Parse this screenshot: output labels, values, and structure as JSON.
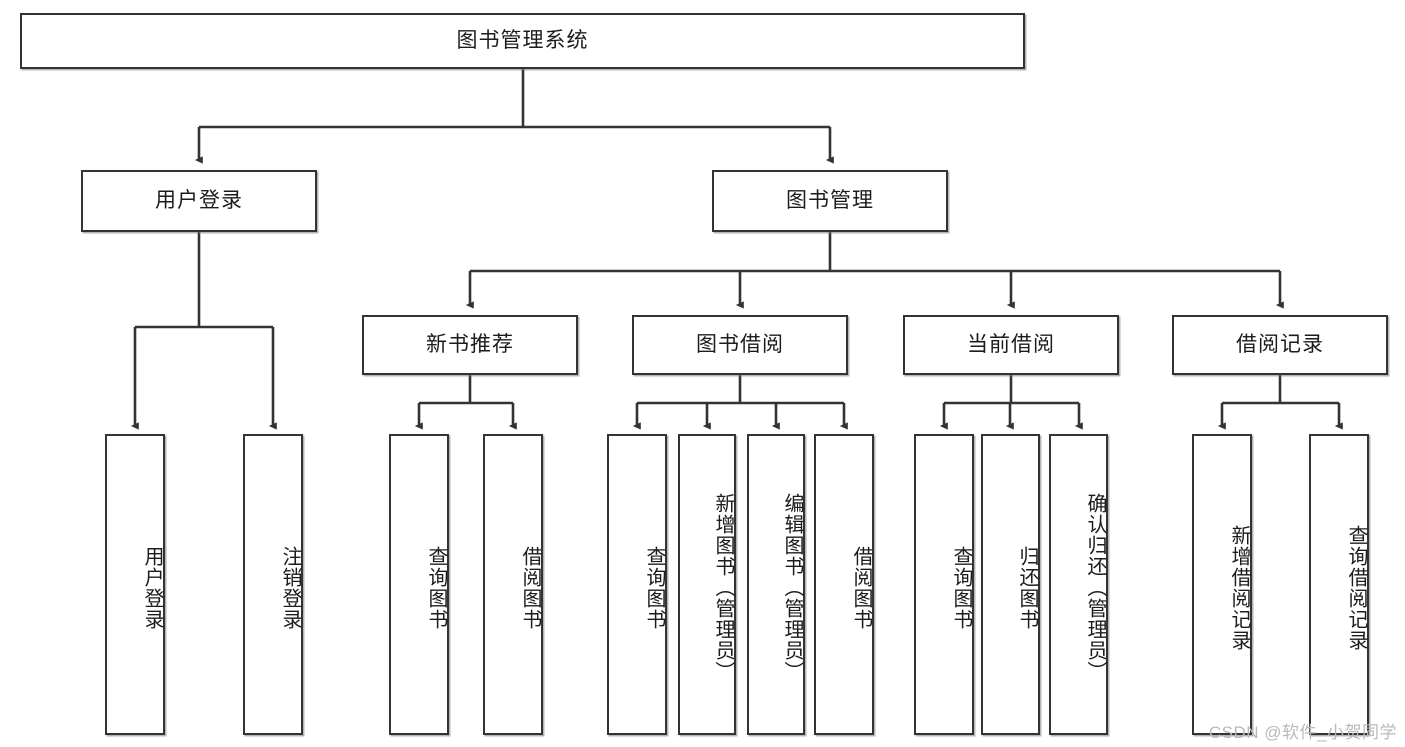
{
  "diagram": {
    "type": "tree-hierarchy",
    "title": "图书管理系统",
    "orientation": "top-down",
    "colors": {
      "box_border": "#333333",
      "box_fill": "#ffffff",
      "connector": "#333333",
      "text": "#1c1c1c",
      "watermark": "#b9b9b9"
    },
    "root": {
      "label": "图书管理系统"
    },
    "level2": [
      {
        "label": "用户登录"
      },
      {
        "label": "图书管理"
      }
    ],
    "level3": [
      {
        "label": "新书推荐"
      },
      {
        "label": "图书借阅"
      },
      {
        "label": "当前借阅"
      },
      {
        "label": "借阅记录"
      }
    ],
    "leaves": {
      "user_login": [
        {
          "label": "用户登录"
        },
        {
          "label": "注销登录"
        }
      ],
      "new_book_recommend": [
        {
          "label": "查询图书"
        },
        {
          "label": "借阅图书"
        }
      ],
      "book_borrow": [
        {
          "label": "查询图书"
        },
        {
          "label": "新增图书（管理员）"
        },
        {
          "label": "编辑图书（管理员）"
        },
        {
          "label": "借阅图书"
        }
      ],
      "current_borrow": [
        {
          "label": "查询图书"
        },
        {
          "label": "归还图书"
        },
        {
          "label": "确认归还（管理员）"
        }
      ],
      "borrow_record": [
        {
          "label": "新增借阅记录"
        },
        {
          "label": "查询借阅记录"
        }
      ]
    }
  },
  "watermark": {
    "text": "CSDN @软件_小贺同学"
  }
}
